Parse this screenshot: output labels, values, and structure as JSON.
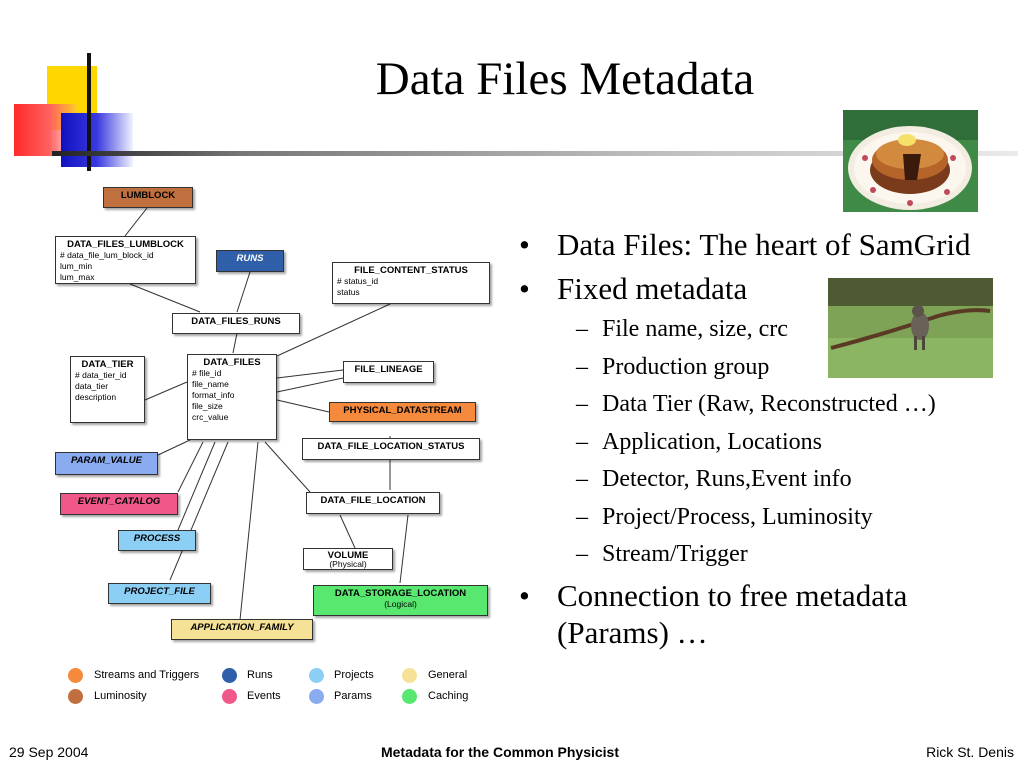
{
  "slide": {
    "title": "Data Files Metadata",
    "colors": {
      "yellow": "#ffd700",
      "red": "#ff2a2a",
      "blue": "#1010c0"
    }
  },
  "bullets": {
    "b1": "Data Files: The heart of SamGrid",
    "b2": "Fixed metadata",
    "sub": [
      "File name, size, crc",
      "Production group",
      "Data Tier (Raw, Reconstructed …)",
      "Application, Locations",
      "Detector, Runs,Event info",
      "Project/Process, Luminosity",
      "Stream/Trigger"
    ],
    "b3": "Connection to free metadata (Params) …",
    "marker": "•",
    "dash": "–"
  },
  "diagram": {
    "lumblock": "LUMBLOCK",
    "data_files_lumblock": {
      "title": "DATA_FILES_LUMBLOCK",
      "fields": [
        "# data_file_lum_block_id",
        "lum_min",
        "lum_max"
      ]
    },
    "runs": "RUNS",
    "file_content_status": {
      "title": "FILE_CONTENT_STATUS",
      "fields": [
        "# status_id",
        "status"
      ]
    },
    "data_files_runs": "DATA_FILES_RUNS",
    "data_tier": {
      "title": "DATA_TIER",
      "fields": [
        "# data_tier_id",
        "data_tier",
        "description"
      ]
    },
    "data_files": {
      "title": "DATA_FILES",
      "fields": [
        "# file_id",
        "file_name",
        "format_info",
        "file_size",
        "crc_value"
      ]
    },
    "file_lineage": "FILE_LINEAGE",
    "physical_datastream": "PHYSICAL_DATASTREAM",
    "data_file_location_status": "DATA_FILE_LOCATION_STATUS",
    "param_value": "PARAM_VALUE",
    "event_catalog": "EVENT_CATALOG",
    "data_file_location": "DATA_FILE_LOCATION",
    "process": "PROCESS",
    "volume": {
      "title": "VOLUME",
      "sub": "(Physical)"
    },
    "project_file": "PROJECT_FILE",
    "data_storage_location": {
      "title": "DATA_STORAGE_LOCATION",
      "sub": "(Logical)"
    },
    "application_family": "APPLICATION_FAMILY",
    "colors": {
      "streams": "#f58a3c",
      "lumi": "#c0703e",
      "runs": "#2e5fa8",
      "events": "#f0588a",
      "projects": "#8ccff5",
      "params": "#8aabf0",
      "general": "#f5e296",
      "caching": "#58e870"
    },
    "legend": {
      "streams": "Streams and Triggers",
      "lumi": "Luminosity",
      "runs": "Runs",
      "events": "Events",
      "projects": "Projects",
      "params": "Params",
      "general": "General",
      "caching": "Caching"
    }
  },
  "footer": {
    "date": "29 Sep 2004",
    "center": "Metadata for the Common Physicist",
    "author": "Rick St. Denis"
  }
}
